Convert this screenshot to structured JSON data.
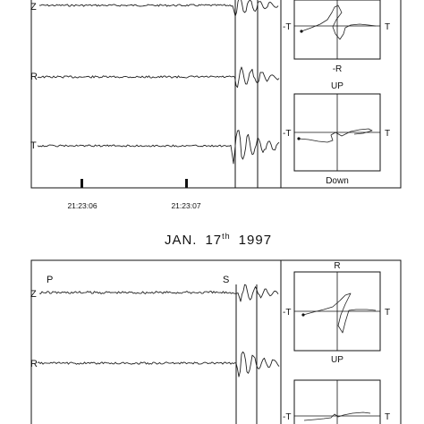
{
  "date_title": {
    "month": "JAN.",
    "day": "17",
    "suffix": "th",
    "year": "1997"
  },
  "panels": [
    {
      "channel_labels": [
        "Z",
        "R",
        "T"
      ],
      "phase_labels": [],
      "time_ticks": [
        "21:23:06",
        "21:23:07"
      ],
      "hodograms": [
        {
          "top": "",
          "left": "-T",
          "right": "T",
          "bottom": "-R"
        },
        {
          "top": "UP",
          "left": "-T",
          "right": "T",
          "bottom": "Down"
        }
      ]
    },
    {
      "channel_labels": [
        "Z",
        "R"
      ],
      "phase_labels": [
        "P",
        "S"
      ],
      "time_ticks": [],
      "hodograms": [
        {
          "top": "R",
          "left": "-T",
          "right": "T",
          "bottom": "UP"
        },
        {
          "top": "",
          "left": "-T",
          "right": "T",
          "bottom": ""
        }
      ]
    }
  ]
}
